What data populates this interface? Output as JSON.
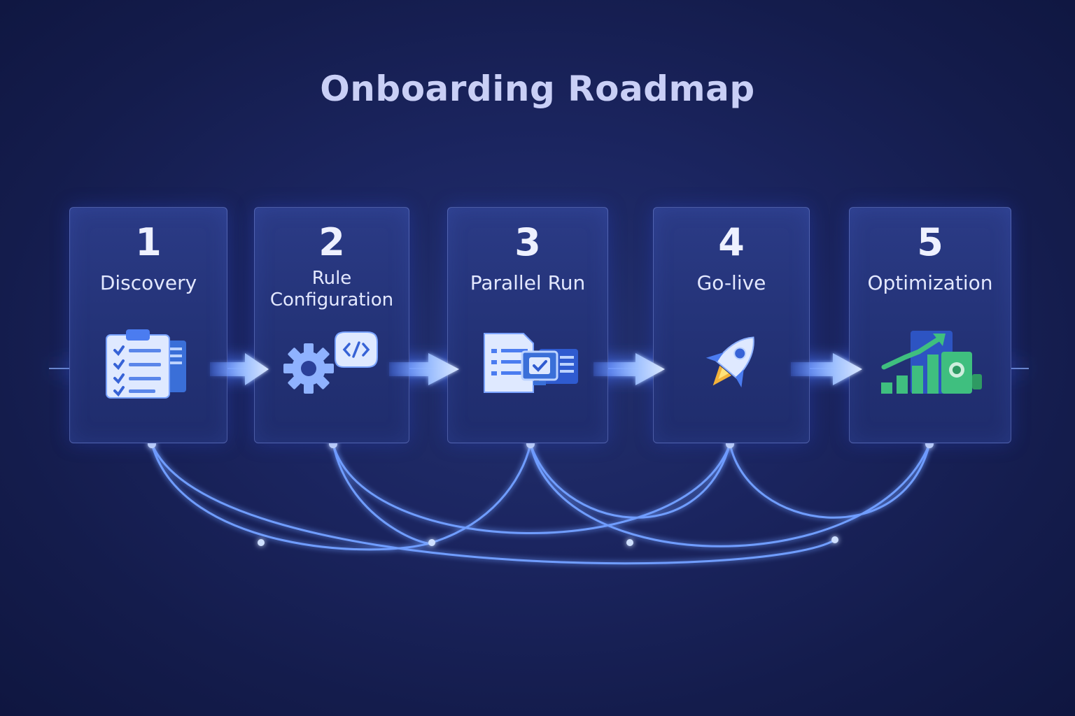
{
  "diagram": {
    "title": "Onboarding Roadmap",
    "stages": [
      {
        "number": "1",
        "name": "Discovery",
        "icon": "clipboard-checklist-icon"
      },
      {
        "number": "2",
        "name": "Rule\nConfiguration",
        "icon": "gear-code-icon"
      },
      {
        "number": "3",
        "name": "Parallel Run",
        "icon": "document-monitor-check-icon"
      },
      {
        "number": "4",
        "name": "Go-live",
        "icon": "rocket-icon"
      },
      {
        "number": "5",
        "name": "Optimization",
        "icon": "growth-chart-icon"
      }
    ],
    "colors": {
      "background": "#1b2560",
      "card": "#2b3b86",
      "glow": "#5b8cff",
      "text": "#e3e8ff",
      "title": "#c9cff6",
      "growth_green": "#3fbf7f"
    }
  }
}
